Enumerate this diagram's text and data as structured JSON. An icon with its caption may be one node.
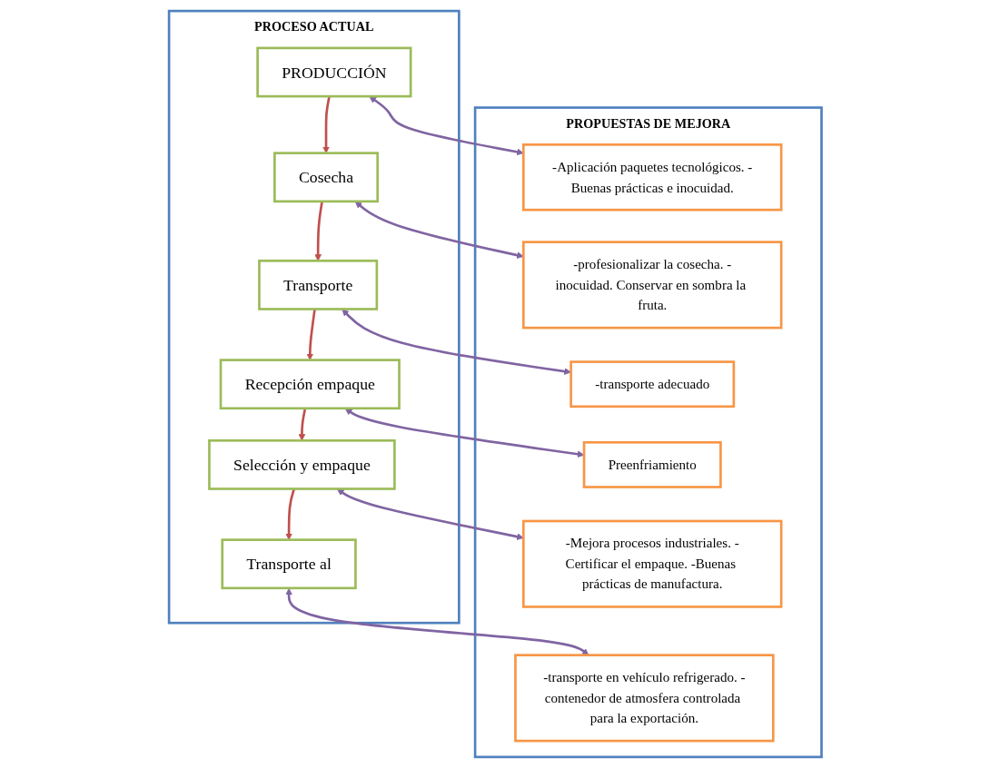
{
  "diagram": {
    "nodes": [
      {
        "text": [
          "PROCESO ACTUAL"
        ]
      },
      {
        "text": [
          "PRODUCCIÓN"
        ],
        "in": 0
      },
      {
        "text": [
          "Cosecha"
        ],
        "in": 0
      },
      {
        "text": [
          "Transporte"
        ],
        "in": 0
      },
      {
        "text": [
          "Recepción empaque"
        ],
        "in": 0
      },
      {
        "text": [
          "Selección y empaque"
        ],
        "in": 0
      },
      {
        "text": [
          "Transporte al"
        ],
        "in": 0
      },
      {
        "text": [
          "PROPUESTAS DE MEJORA"
        ]
      },
      {
        "text": [
          "-Aplicación paquetes tecnológicos. -Buenas prácticas e inocuidad."
        ],
        "in": 7
      },
      {
        "text": [
          "-profesionalizar la cosecha. -inocuidad. Conservar en sombra la fruta."
        ],
        "in": 7
      },
      {
        "text": [
          "-transporte adecuado"
        ],
        "in": 7
      },
      {
        "text": [
          "Preenfriamiento"
        ],
        "in": 7
      },
      {
        "text": [
          "-Mejora procesos industriales. -Certificar el empaque. -Buenas prácticas de manufactura."
        ],
        "in": 7
      },
      {
        "text": [
          "-transporte en vehículo refrigerado. -contenedor de atmosfera controlada para la exportación."
        ],
        "in": 7
      }
    ],
    "edges": [
      {
        "from": 1,
        "to": 2,
        "arrow": "to",
        "color": "#c0504d"
      },
      {
        "from": 2,
        "to": 3,
        "arrow": "to",
        "color": "#c0504d"
      },
      {
        "from": 3,
        "to": 4,
        "arrow": "to",
        "color": "#c0504d"
      },
      {
        "from": 4,
        "to": 5,
        "arrow": "to",
        "color": "#c0504d"
      },
      {
        "from": 5,
        "to": 6,
        "arrow": "to",
        "color": "#c0504d"
      },
      {
        "from": 1,
        "to": 8,
        "arrow": "both"
      },
      {
        "from": 2,
        "to": 9,
        "arrow": "both"
      },
      {
        "from": 3,
        "to": 10,
        "arrow": "both"
      },
      {
        "from": 4,
        "to": 11,
        "arrow": "both"
      },
      {
        "from": 5,
        "to": 12,
        "arrow": "both"
      },
      {
        "from": 6,
        "to": 13,
        "arrow": "both"
      }
    ]
  }
}
